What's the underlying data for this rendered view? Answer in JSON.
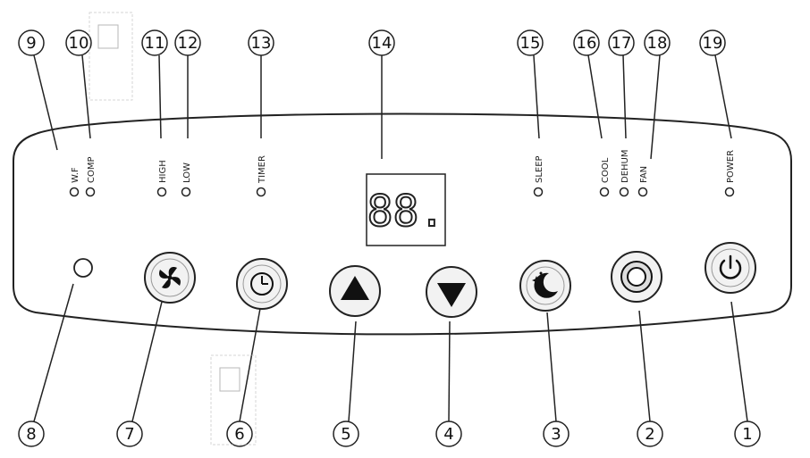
{
  "callouts": [
    "9",
    "10",
    "11",
    "12",
    "13",
    "14",
    "15",
    "16",
    "17",
    "18",
    "19",
    "8",
    "7",
    "6",
    "5",
    "4",
    "3",
    "2",
    "1"
  ],
  "indicators": [
    "W.F",
    "COMP",
    "HIGH",
    "LOW",
    "TIMER",
    "SLEEP",
    "COOL",
    "DEHUM",
    "FAN",
    "POWER"
  ],
  "display": {
    "digits": "88."
  },
  "buttons": [
    "fan-speed",
    "timer",
    "up",
    "down",
    "sleep",
    "mode",
    "power"
  ],
  "colors": {
    "line": "#222222",
    "panel_fill": "#ffffff",
    "button_fill": "#f2f2f2",
    "arrow": "#111111"
  }
}
